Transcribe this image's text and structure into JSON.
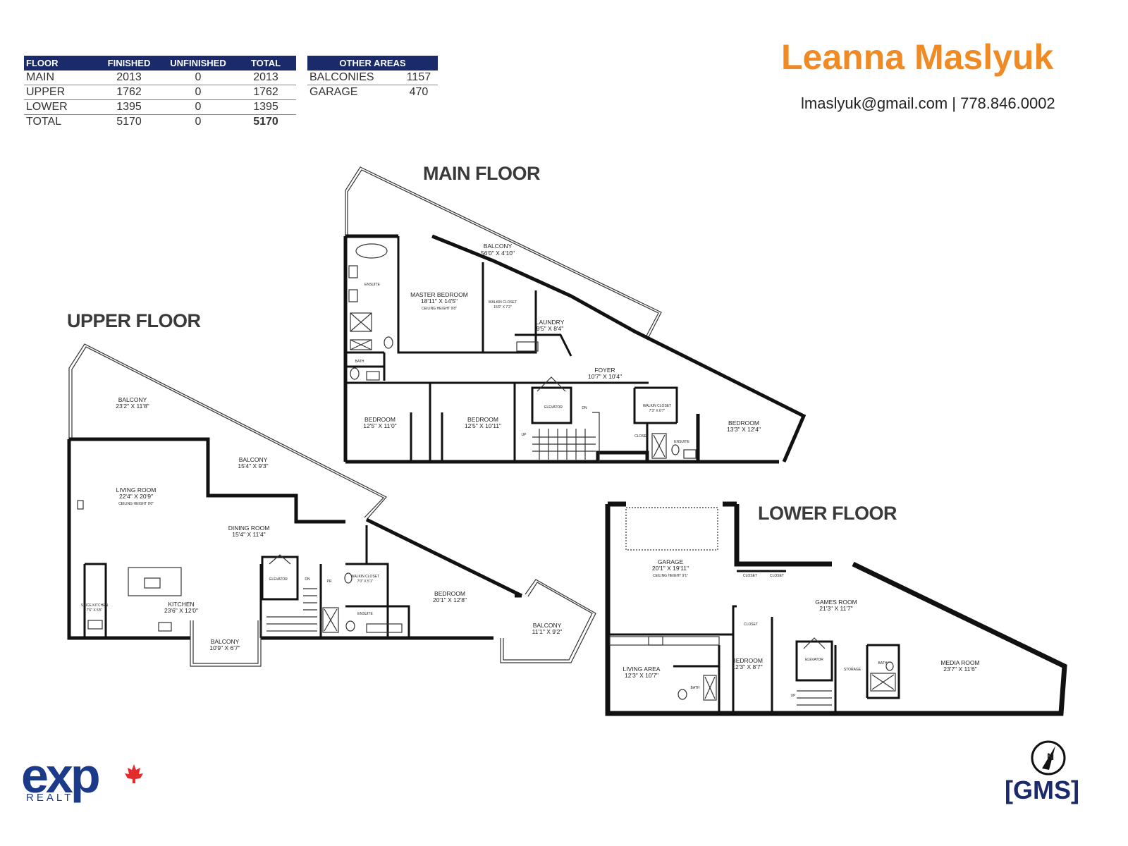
{
  "area_table": {
    "headers": [
      "FLOOR",
      "FINISHED",
      "UNFINISHED",
      "TOTAL"
    ],
    "rows": [
      [
        "MAIN",
        "2013",
        "0",
        "2013"
      ],
      [
        "UPPER",
        "1762",
        "0",
        "1762"
      ],
      [
        "LOWER",
        "1395",
        "0",
        "1395"
      ],
      [
        "TOTAL",
        "5170",
        "0",
        "5170"
      ]
    ]
  },
  "other_areas": {
    "header": "OTHER AREAS",
    "rows": [
      [
        "BALCONIES",
        "1157"
      ],
      [
        "GARAGE",
        "470"
      ]
    ]
  },
  "agent": {
    "name": "Leanna Maslyuk",
    "contact": "lmaslyuk@gmail.com |  778.846.0002",
    "brand_color": "#f08a24"
  },
  "floors": {
    "main": {
      "title": "MAIN FLOOR",
      "rooms": {
        "balcony": {
          "name": "BALCONY",
          "dim": "56'0\" X 4'10\""
        },
        "ensuite": {
          "name": "ENSUITE"
        },
        "master": {
          "name": "MASTER BEDROOM",
          "dim": "18'11\" X 14'5\"",
          "note": "CEILING HEIGHT 9'8\""
        },
        "walkin": {
          "name": "WALKIN CLOSET",
          "dim": "15'0\" X 7'2\""
        },
        "laundry": {
          "name": "LAUNDRY",
          "dim": "9'5\" X 8'4\""
        },
        "bath": {
          "name": "BATH"
        },
        "foyer": {
          "name": "FOYER",
          "dim": "10'7\" X 10'4\""
        },
        "bed1": {
          "name": "BEDROOM",
          "dim": "12'5\" X 11'0\""
        },
        "bed2": {
          "name": "BEDROOM",
          "dim": "12'5\" X 10'11\""
        },
        "elevator": {
          "name": "ELEVATOR"
        },
        "walkin2": {
          "name": "WALKIN CLOSET",
          "dim": "7'3\" X 6'7\""
        },
        "ensuite2": {
          "name": "ENSUITE"
        },
        "bed3": {
          "name": "BEDROOM",
          "dim": "13'3\" X 12'4\""
        },
        "closet": {
          "name": "CLOSET"
        },
        "dn": {
          "name": "DN"
        },
        "up": {
          "name": "UP"
        }
      }
    },
    "upper": {
      "title": "UPPER FLOOR",
      "rooms": {
        "balcony1": {
          "name": "BALCONY",
          "dim": "23'2\" X 11'8\""
        },
        "balcony2": {
          "name": "BALCONY",
          "dim": "15'4\" X 9'3\""
        },
        "living": {
          "name": "LIVING ROOM",
          "dim": "22'4\" X 20'9\"",
          "note": "CEILING HEIGHT 9'0\""
        },
        "dining": {
          "name": "DINING ROOM",
          "dim": "15'4\" X 11'4\""
        },
        "kitchen": {
          "name": "KITCHEN",
          "dim": "23'6\" X 12'0\""
        },
        "spice": {
          "name": "SPICE KITCHEN",
          "dim": "7'6\" X 5'5\""
        },
        "elevator": {
          "name": "ELEVATOR"
        },
        "walkin": {
          "name": "WALKIN CLOSET",
          "dim": "7'0\" X 5'1\""
        },
        "ensuite": {
          "name": "ENSUITE"
        },
        "bedroom": {
          "name": "BEDROOM",
          "dim": "20'1\" X 12'8\""
        },
        "balcony3": {
          "name": "BALCONY",
          "dim": "10'9\" X 6'7\""
        },
        "balcony4": {
          "name": "BALCONY",
          "dim": "11'1\" X 9'2\""
        },
        "dn": {
          "name": "DN"
        },
        "pr": {
          "name": "PR"
        }
      }
    },
    "lower": {
      "title": "LOWER FLOOR",
      "rooms": {
        "garage": {
          "name": "GARAGE",
          "dim": "20'1\" X 19'11\"",
          "note": "CEILING HEIGHT 9'1\""
        },
        "closet1": {
          "name": "CLOSET"
        },
        "closet2": {
          "name": "CLOSET"
        },
        "closet3": {
          "name": "CLOSET"
        },
        "games": {
          "name": "GAMES ROOM",
          "dim": "21'3\" X 11'7\""
        },
        "living": {
          "name": "LIVING AREA",
          "dim": "12'3\" X 10'7\""
        },
        "bath": {
          "name": "BATH"
        },
        "bedroom": {
          "name": "BEDROOM",
          "dim": "12'3\" X 8'7\""
        },
        "elevator": {
          "name": "ELEVATOR"
        },
        "storage": {
          "name": "STORAGE"
        },
        "bath2": {
          "name": "BATH"
        },
        "media": {
          "name": "MEDIA ROOM",
          "dim": "23'7\" X 11'6\""
        },
        "up": {
          "name": "UP"
        }
      }
    }
  },
  "logos": {
    "exp": "exp",
    "exp_sub": "REALTY",
    "gms": "[GMS]"
  }
}
